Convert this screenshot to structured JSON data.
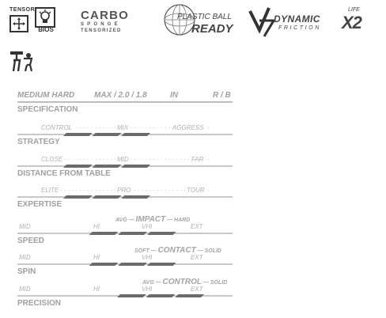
{
  "logos": {
    "tensor": "TENSOR",
    "bios": "BIOS",
    "carbo": {
      "main": "CARBO",
      "sub1": "SPONGE",
      "sub2": "TENSORIZED"
    },
    "plastic_ball": {
      "line1": "PLASTIC BALL",
      "line2": "READY"
    },
    "dynamic_friction": {
      "line1": "DYNAMIC",
      "line2": "FRICTION"
    },
    "life": {
      "small": "LIFE",
      "big": "X2"
    },
    "ittf": "ittf-approved-icon"
  },
  "specification": {
    "values": [
      "MEDIUM HARD",
      "MAX / 2.0 / 1.8",
      "IN",
      "R / B"
    ],
    "title": "SPECIFICATION"
  },
  "rows": [
    {
      "title": "STRATEGY",
      "scale": [
        "CONTROL",
        "MIX",
        "AGGRESS"
      ],
      "level": 0.5
    },
    {
      "title": "DISTANCE FROM TABLE",
      "scale": [
        "CLOSE",
        "MID",
        "FAR"
      ],
      "level": 0.5
    },
    {
      "title": "EXPERTISE",
      "scale": [
        "ELITE",
        "PRO",
        "TOUR"
      ],
      "level": 0.5
    },
    {
      "title": "SPEED",
      "scale": [
        "MID",
        "HI",
        "VHI",
        "EXT"
      ],
      "header": {
        "left": "AVG",
        "main": "IMPACT",
        "right": "HARD"
      },
      "level": 0.62
    },
    {
      "title": "SPIN",
      "scale": [
        "MID",
        "HI",
        "VHI",
        "EXT"
      ],
      "header": {
        "left": "SOFT",
        "main": "CONTACT",
        "right": "SOLID"
      },
      "level": 0.62
    },
    {
      "title": "PRECISION",
      "scale": [
        "MID",
        "HI",
        "VHI",
        "EXT"
      ],
      "header": {
        "left": "AVG",
        "main": "CONTROL",
        "right": "SOLID"
      },
      "level": 0.75
    }
  ],
  "colors": {
    "bar_fill": "#6b6b6b",
    "line": "#c8c8c8",
    "text": "#a0a0a0"
  }
}
